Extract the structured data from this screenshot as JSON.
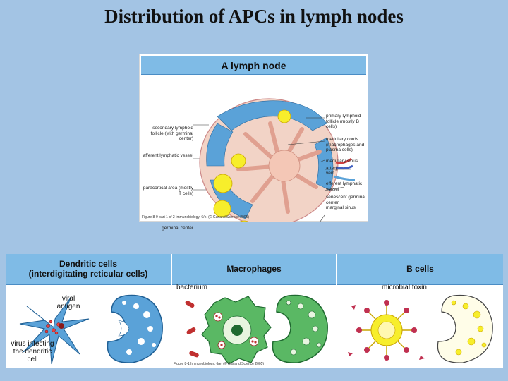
{
  "slide": {
    "title": "Distribution of APCs in lymph nodes"
  },
  "lymph_node_figure": {
    "header": "A lymph node",
    "left_labels": [
      "secondary lymphoid follicle (with germinal center)",
      "afferent lymphatic vessel",
      "paracortical area (mostly T cells)",
      "germinal center"
    ],
    "right_labels": [
      "primary lymphoid follicle (mostly B cells)",
      "medullary cords (macrophages and plasma cells)",
      "medullary sinus",
      "artery",
      "vein",
      "efferent lymphatic vessel",
      "senescent germinal center",
      "marginal sinus"
    ],
    "caption": "Figure 8-9 part 1 of 2 Immunobiology, 6/e. (© Garland Science 2005)"
  },
  "cell_panels": [
    {
      "header_line1": "Dendritic cells",
      "header_line2": "(interdigitating reticular cells)",
      "labels": [
        "viral antigen",
        "virus infecting the dendritic cell"
      ]
    },
    {
      "header_line1": "Macrophages",
      "labels": [
        "bacterium"
      ]
    },
    {
      "header_line1": "B cells",
      "labels": [
        "microbial toxin"
      ]
    }
  ],
  "bottom_caption": "Figure 8-1 Immunobiology, 6/e. (© Garland Science 2005)",
  "colors": {
    "background": "#a3c4e4",
    "header": "#7fbbe6",
    "node_capsule": "#f2d3c6",
    "follicle": "#f7ee2b",
    "sinus": "#5aa2d8",
    "medulla": "#f4c7b6",
    "macrophage": "#5ab864"
  }
}
